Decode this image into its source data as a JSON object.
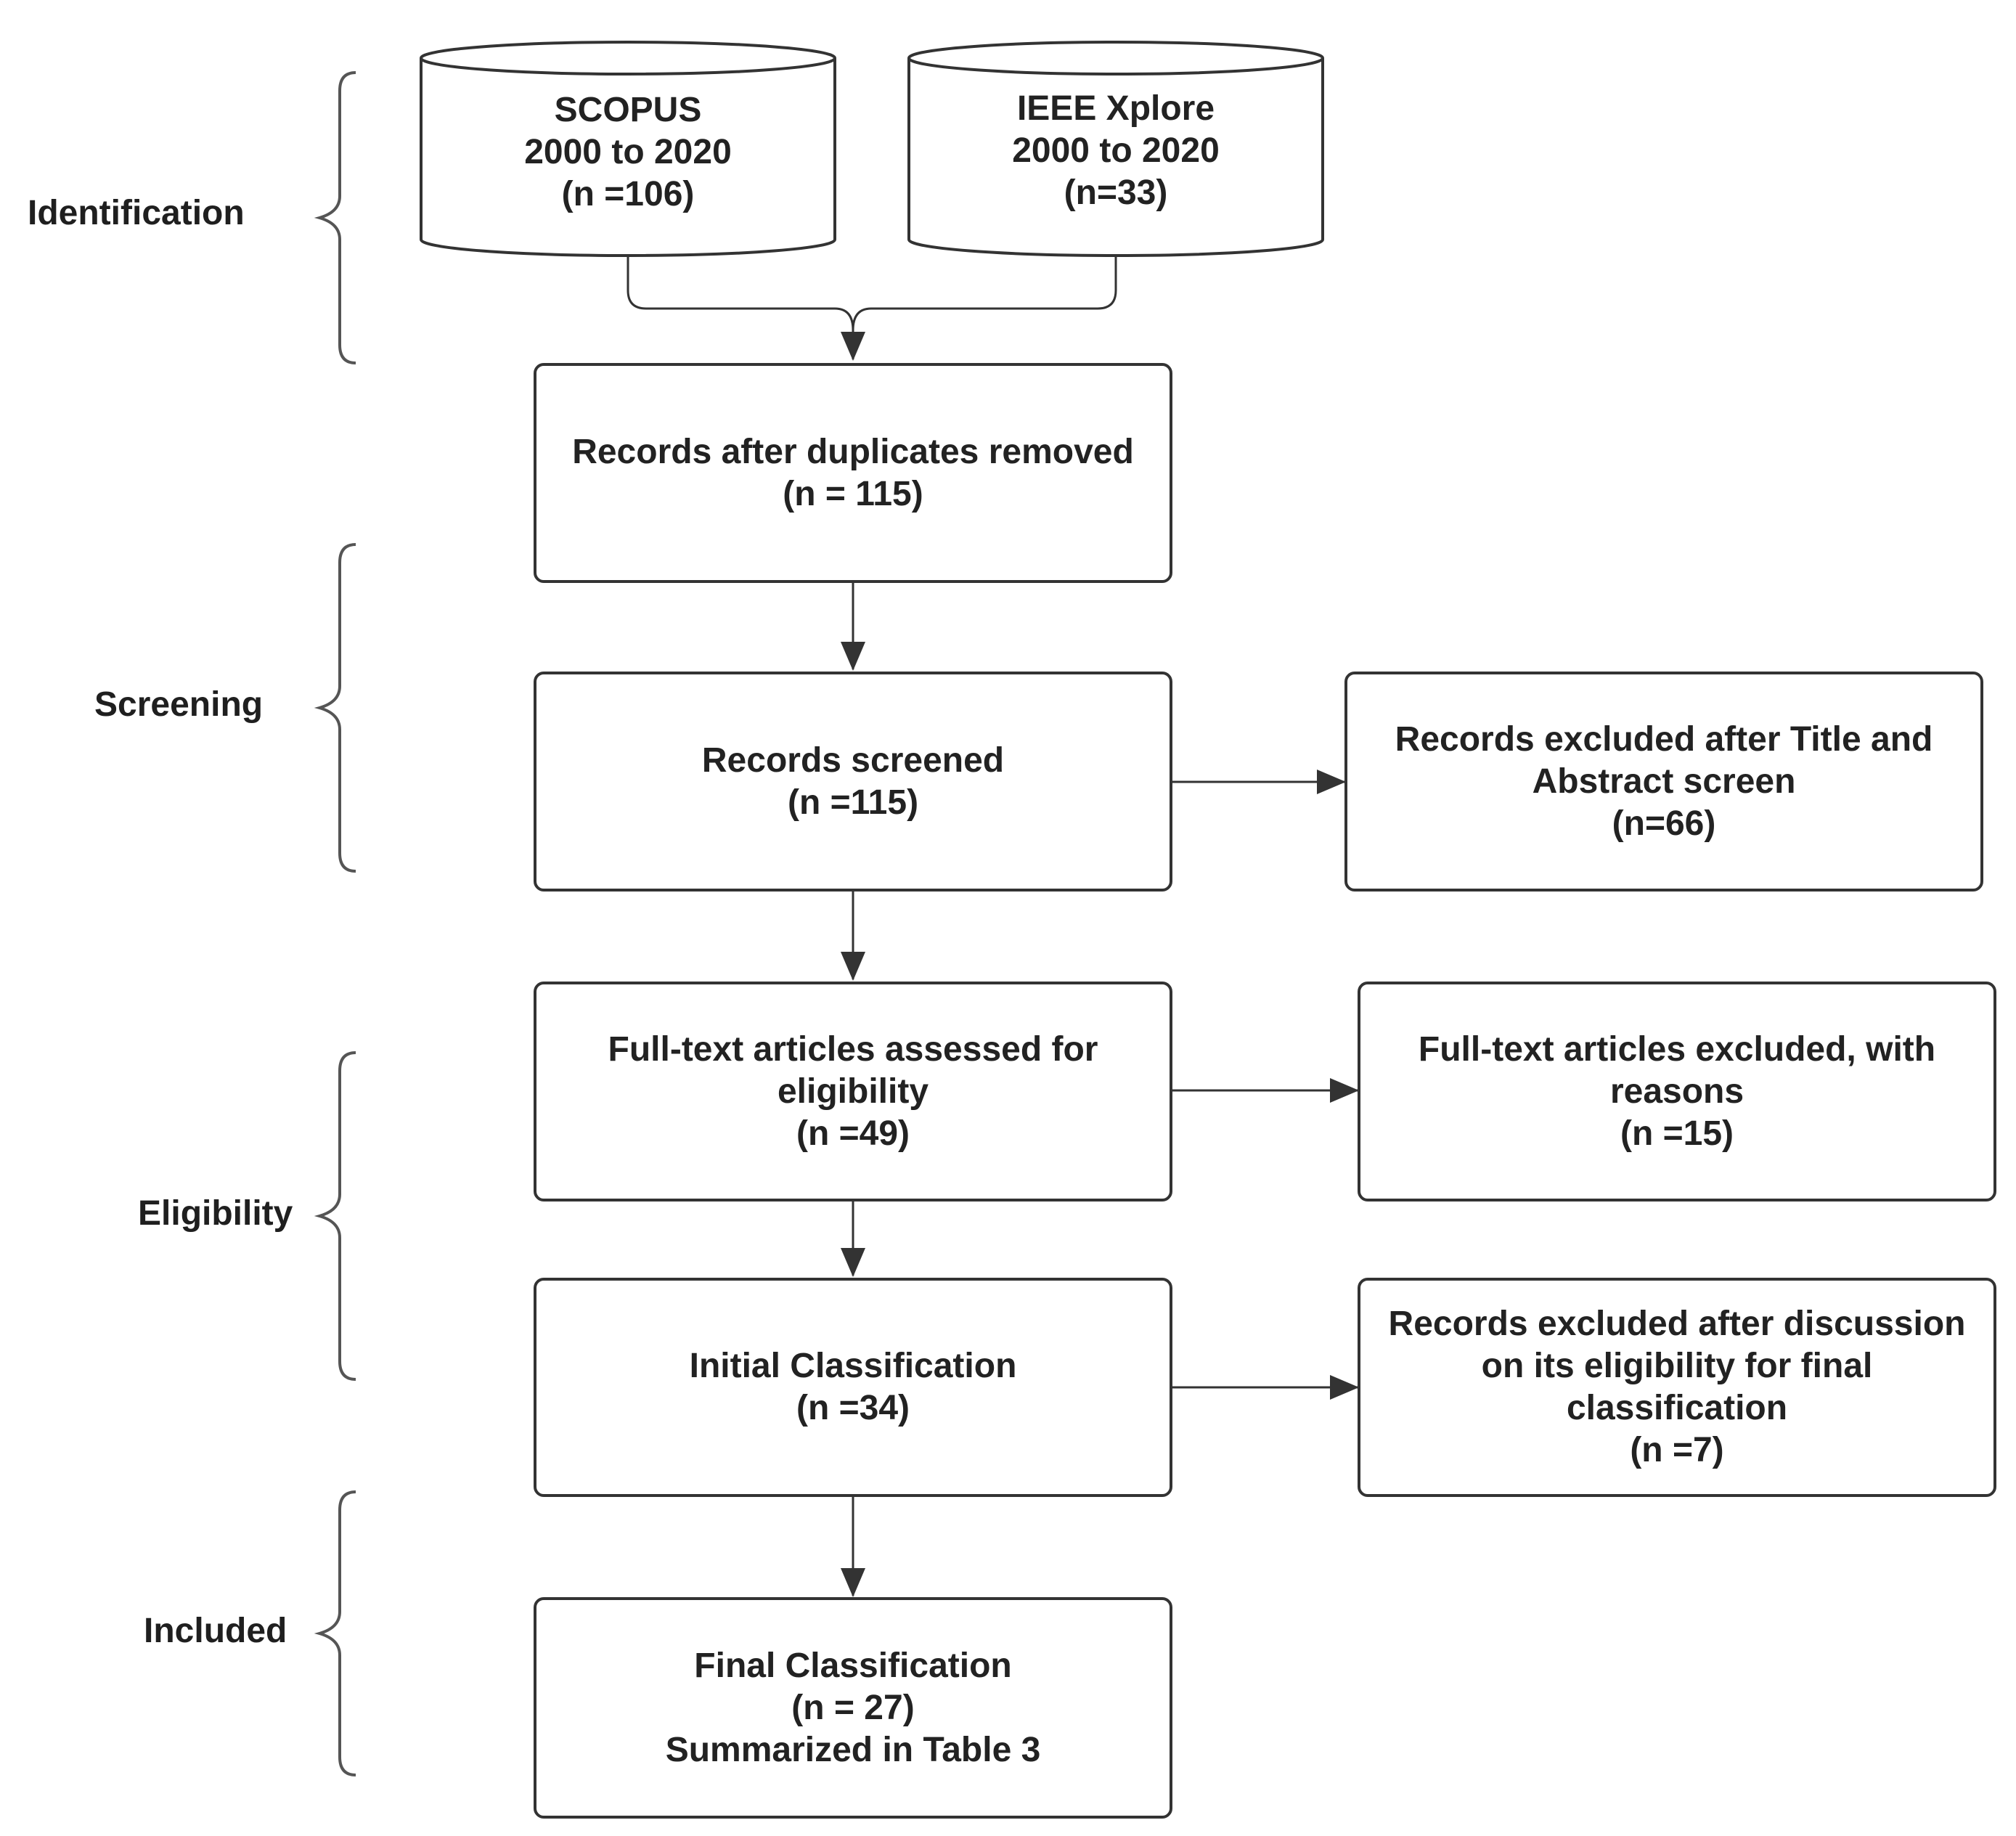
{
  "phases": {
    "identification": "Identification",
    "screening": "Screening",
    "eligibility": "Eligibility",
    "included": "Included"
  },
  "sources": {
    "scopus": [
      "SCOPUS",
      "2000 to 2020",
      "(n =106)"
    ],
    "ieee": [
      "IEEE Xplore",
      "2000 to 2020",
      "(n=33)"
    ]
  },
  "steps": {
    "duplicates_removed": [
      "Records after duplicates removed",
      "(n = 115)"
    ],
    "screened": [
      "Records screened",
      "(n =115)"
    ],
    "fulltext_assessed": [
      "Full-text articles assessed for",
      "eligibility",
      "(n =49)"
    ],
    "initial_classification": [
      "Initial Classification",
      "(n =34)"
    ],
    "final_classification": [
      "Final Classification",
      "(n = 27)",
      "Summarized in Table 3"
    ]
  },
  "exclusions": {
    "title_abstract": [
      "Records excluded after Title and",
      "Abstract screen",
      "(n=66)"
    ],
    "fulltext": [
      "Full-text articles excluded, with",
      "reasons",
      "(n =15)"
    ],
    "discussion": [
      "Records excluded after discussion",
      "on its eligibility for final",
      "classification",
      "(n =7)"
    ]
  },
  "colors": {
    "stroke": "#333333",
    "text": "#222222",
    "bracket": "#555555"
  }
}
